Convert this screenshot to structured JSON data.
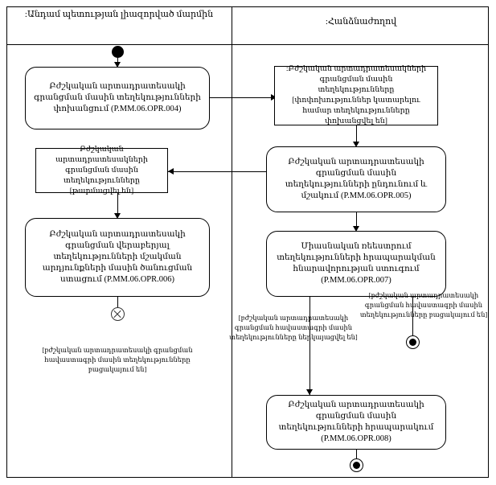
{
  "diagram": {
    "type": "uml-activity-diagram",
    "lanes": [
      {
        "title": ":Անդամ պետության լիազորված մարմին"
      },
      {
        "title": ":Հանձնաժողով"
      }
    ],
    "nodes": {
      "left_activity_1": "Բժշկական արտադրատեսակի գրանցման մասին տեղեկությունների փոխանցում (P.MM.06.OPR.004)",
      "left_object_1": "Բժշկական արտադրատեսակների գրանցման մասին տեղեկությունները [թարմացվել են]",
      "left_activity_2": "Բժշկական արտադրատեսակի գրանցման վերաբերյալ տեղեկությունների մշակման արդյունքների մասին ծանուցման ստացում (P.MM.06.OPR.006)",
      "right_object_1": ":Բժշկական արտադրատեսակների գրանցման մասին տեղեկությունները [փոփոխություններ կատարելու համար տեղեկությունները փոխանցվել են]",
      "right_activity_1": "Բժշկական արտադրատեսակի գրանցման մասին տեղեկությունների ընդունում և մշակում (P.MM.06.OPR.005)",
      "right_activity_2": "Միասնական ռեեստրում տեղեկությունների հրապարակման հնարավորության ստուգում (P.MM.06.OPR.007)",
      "right_activity_3": "Բժշկական արտադրատեսակի գրանցման մասին տեղեկությունների հրապարակում (P.MM.06.OPR.008)"
    },
    "edge_labels": {
      "left_guard": "[բժշկական արտադրատեսակի գրանցման հավաստագրի մասին տեղեկությունները բացակայում են]",
      "middle_guard": "[բժշկական արտադրատեսակի գրանցման հավաստագրի մասին տեղեկությունները ներկայացվել են]",
      "right_guard": "[բժշկական արտադրատեսակի գրանցման հավաստագրի մասին տեղեկությունները բացակայում են]"
    },
    "control_nodes": {
      "initial": "initial-node",
      "flow_final": "flow-final-node",
      "final_right": "activity-final-node",
      "final_bottom": "activity-final-node"
    },
    "colors": {
      "stroke": "#000000",
      "background": "#ffffff"
    }
  }
}
